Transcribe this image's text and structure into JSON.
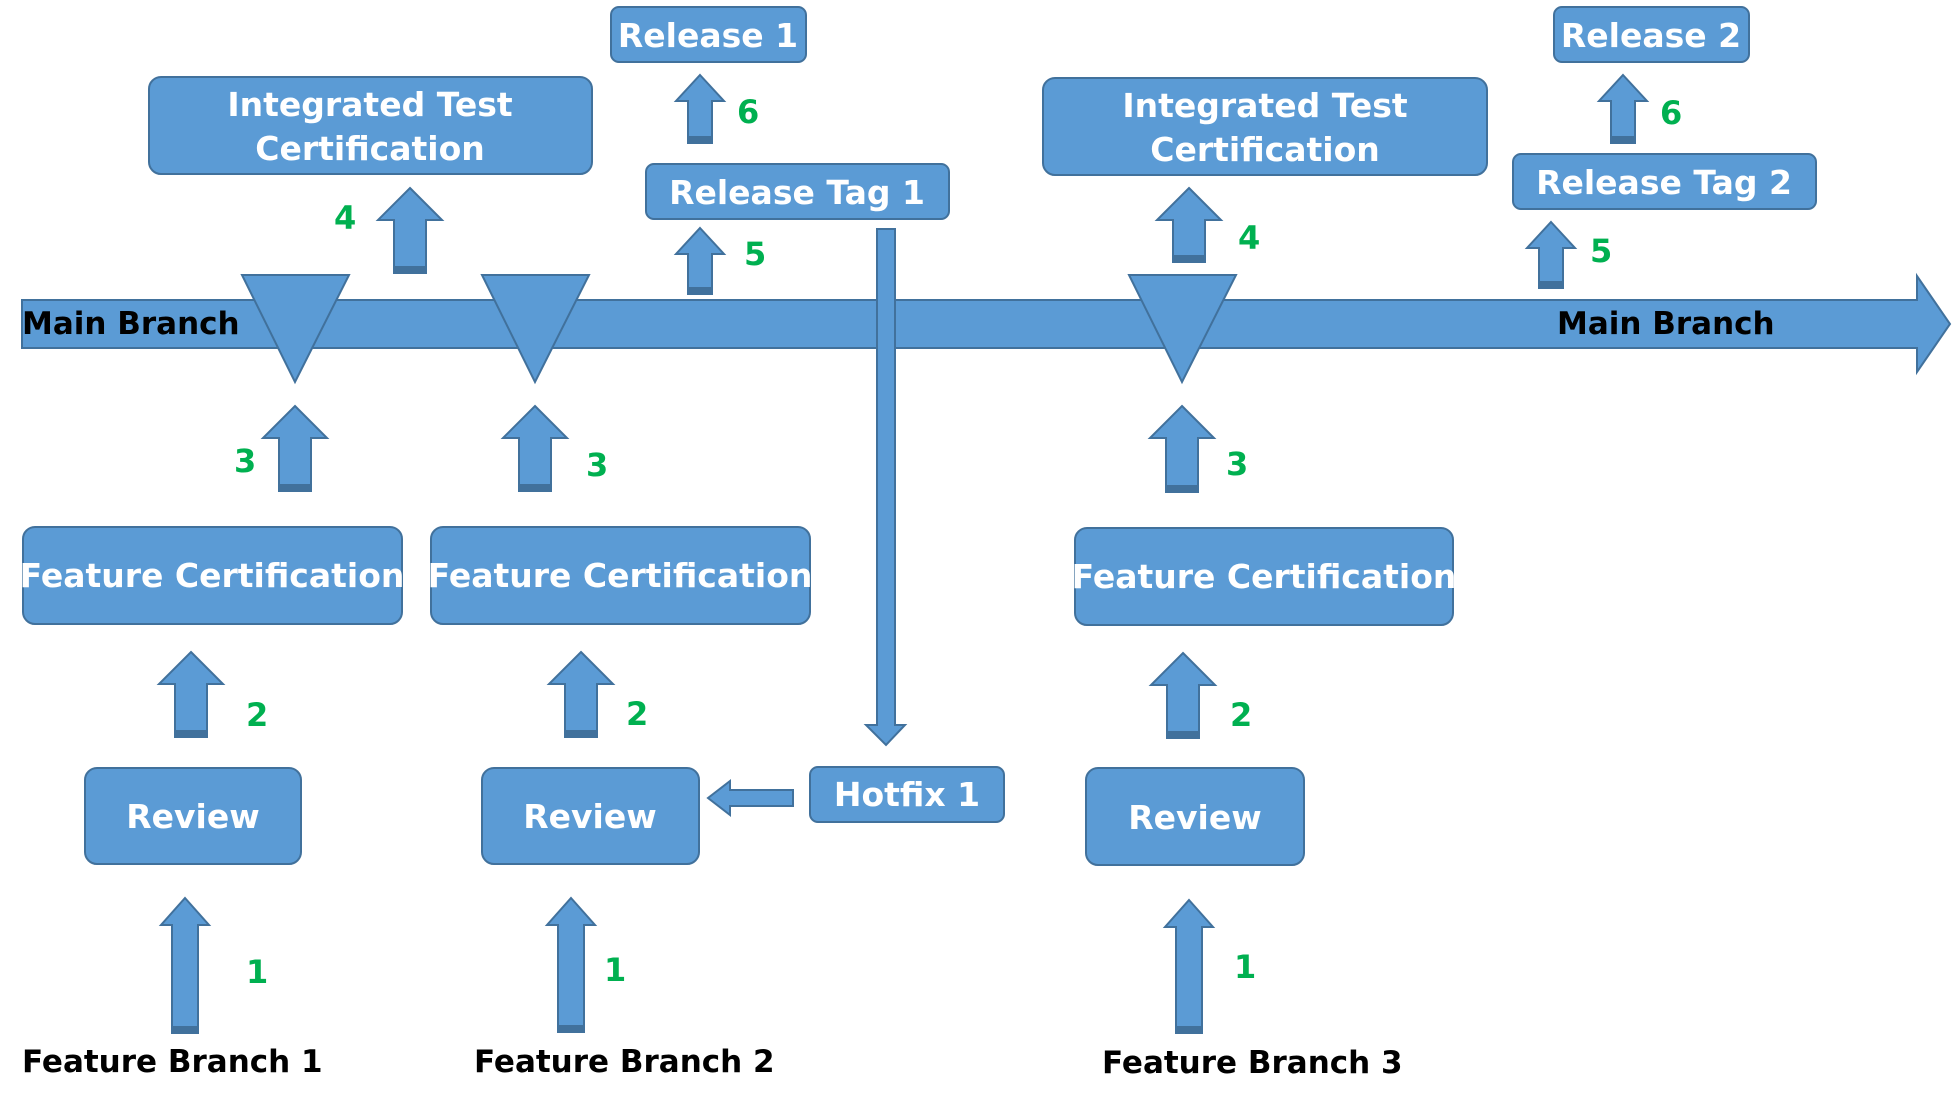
{
  "colors": {
    "box_fill": "#5b9bd5",
    "box_stroke": "#41719c",
    "text_on_box": "#ffffff",
    "step_number": "#00b050",
    "label": "#000000",
    "background": "#ffffff"
  },
  "main_branch": {
    "label_left": "Main Branch",
    "label_right": "Main Branch"
  },
  "boxes": {
    "review_1": "Review",
    "review_2": "Review",
    "review_3": "Review",
    "feature_cert_1": "Feature Certification",
    "feature_cert_2": "Feature Certification",
    "feature_cert_3": "Feature Certification",
    "integrated_1_line1": "Integrated Test",
    "integrated_1_line2": "Certification",
    "integrated_2_line1": "Integrated Test",
    "integrated_2_line2": "Certification",
    "release_tag_1": "Release Tag 1",
    "release_tag_2": "Release Tag 2",
    "release_1": "Release 1",
    "release_2": "Release 2",
    "hotfix_1": "Hotfix 1"
  },
  "branches": {
    "feature_1": "Feature Branch 1",
    "feature_2": "Feature Branch 2",
    "feature_3": "Feature Branch 3"
  },
  "steps": {
    "fb1_s1": "1",
    "fb1_s2": "2",
    "fb1_s3": "3",
    "fb1_s4": "4",
    "fb2_s1": "1",
    "fb2_s2": "2",
    "fb2_s3": "3",
    "rel1_s5": "5",
    "rel1_s6": "6",
    "fb3_s1": "1",
    "fb3_s2": "2",
    "fb3_s3": "3",
    "fb3_s4": "4",
    "rel2_s5": "5",
    "rel2_s6": "6"
  }
}
